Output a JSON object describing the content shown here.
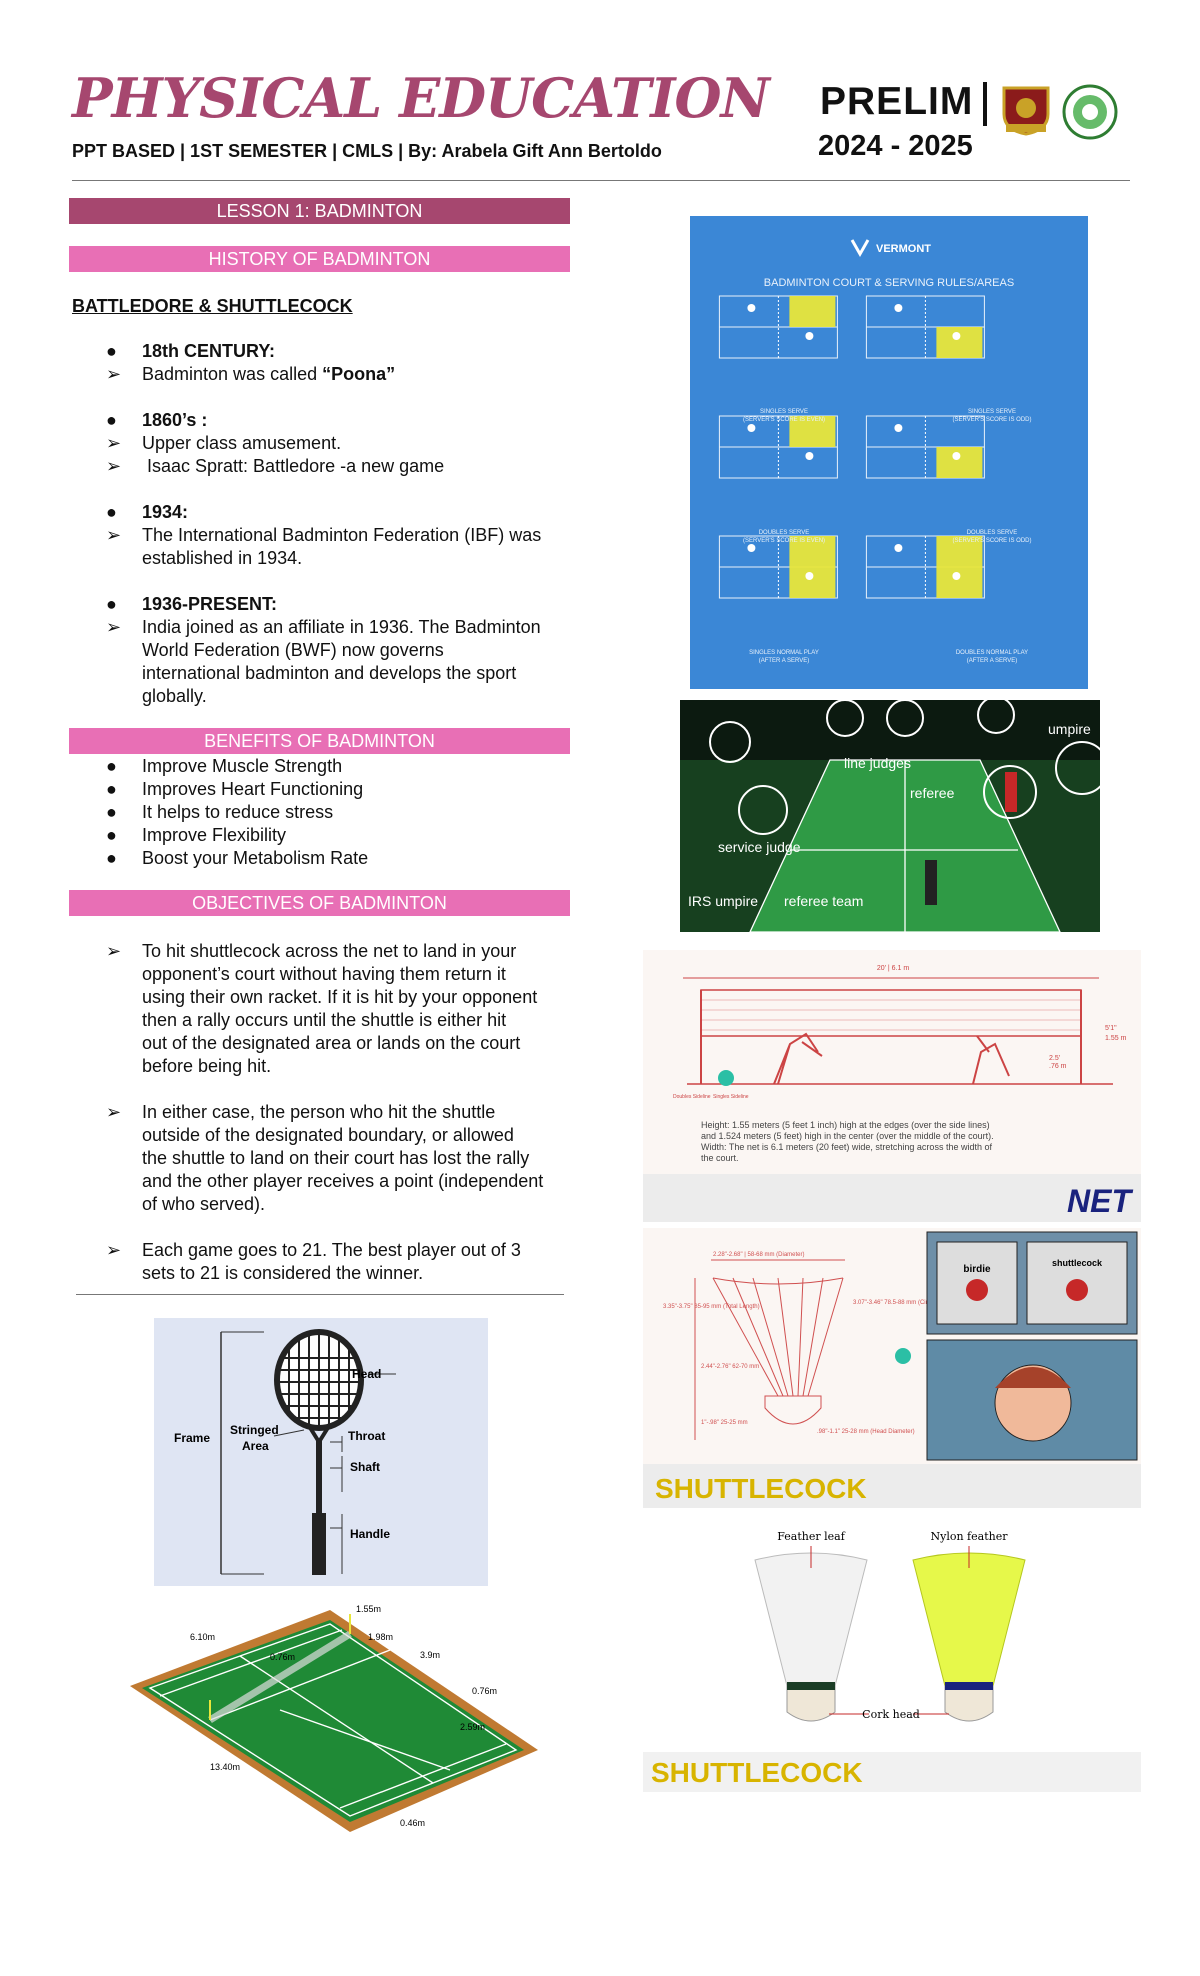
{
  "header": {
    "title": "PHYSICAL EDUCATION",
    "subtitle": "PPT BASED | 1ST SEMESTER | CMLS | By: Arabela Gift Ann Bertoldo",
    "prelim": "PRELIM",
    "year": "2024 - 2025"
  },
  "lesson": "LESSON 1: BADMINTON",
  "history": {
    "heading": "HISTORY OF BADMINTON",
    "subheading": "BATTLEDORE & SHUTTLECOCK",
    "p1_head": "18th CENTURY:",
    "p1_line_a": "Badminton was called ",
    "p1_line_b": "“Poona”",
    "p2_head": "1860’s :",
    "p2_line1": "Upper class amusement.",
    "p2_line2": " Isaac Spratt: Battledore -a new game",
    "p3_head": "1934:",
    "p3_line1": "The International Badminton Federation (IBF) was",
    "p3_line2": "established in 1934.",
    "p4_head": "1936-PRESENT:",
    "p4_line1": "India joined as an affiliate in 1936. The Badminton",
    "p4_line2": "World Federation (BWF) now governs",
    "p4_line3": "international badminton and develops the sport",
    "p4_line4": "globally."
  },
  "benefits": {
    "heading": "BENEFITS OF BADMINTON",
    "items": [
      "Improve Muscle Strength",
      "Improves Heart Functioning",
      "It helps to reduce stress",
      "Improve Flexibility",
      "Boost your Metabolism Rate"
    ]
  },
  "objectives": {
    "heading": "OBJECTIVES OF BADMINTON",
    "o1": [
      "To hit shuttlecock across the net to land in your",
      "opponent’s court without having them return it",
      "using their own racket. If it is hit by your opponent",
      "then a rally occurs until the shuttle is either hit",
      "out of the designated area or lands on the court",
      "before being hit."
    ],
    "o2": [
      "In either case, the person who hit the shuttle",
      "outside of the designated boundary, or allowed",
      "the shuttle to land on their court has lost the rally",
      "and the other player receives a point (independent",
      "of who served)."
    ],
    "o3": [
      "Each game goes to 21. The best player out of 3",
      "sets to 21 is considered the winner."
    ]
  },
  "vermont": {
    "brand": "VERMONT",
    "title": "BADMINTON COURT & SERVING RULES/AREAS",
    "captions": [
      "SINGLES SERVE",
      "(SERVER'S SCORE IS EVEN)",
      "SINGLES SERVE",
      "(SERVER'S SCORE IS ODD)",
      "DOUBLES SERVE",
      "(SERVER'S SCORE IS EVEN)",
      "DOUBLES SERVE",
      "(SERVER'S SCORE IS ODD)",
      "SINGLES NORMAL PLAY",
      "(AFTER A SERVE)",
      "DOUBLES NORMAL PLAY",
      "(AFTER A SERVE)"
    ]
  },
  "officials": {
    "umpire": "umpire",
    "line_judges": "line judges",
    "referee": "referee",
    "service_judge": "service judge",
    "irs_umpire": "IRS umpire",
    "referee_team": "referee team"
  },
  "net": {
    "width_label": "20' | 6.1 m",
    "height_edge": "5'1\"",
    "height_edge_m": "1.55 m",
    "height_mid": "2.5'",
    "height_mid_m": ".76 m",
    "side_a": "Doubles Sideline",
    "side_b": "Singles Sideline",
    "height_text": "Height: 1.55 meters (5 feet 1 inch) high at the edges (over the side lines) and 1.524 meters (5 feet) high in the center (over the middle of the court).",
    "width_text": "Width: The net is 6.1 meters (20 feet) wide, stretching across the width of the court.",
    "label": "NET"
  },
  "shuttlecock1": {
    "diameter": "2.28\"-2.68\" | 58-68 mm (Diameter)",
    "length": "3.35\"-3.75\" 85-95 mm (Total Length)",
    "circ": "3.07\"-3.46\" 78.5-88 mm (Circumference)",
    "feather": "2.44\"-2.76\" 62-70 mm",
    "base": "1\"-.98\" 25-25 mm",
    "head": ".98\"-1.1\" 25-28 mm (Head Diameter)",
    "birdie": "birdie",
    "shuttlecock": "shuttlecock",
    "label": "SHUTTLECOCK"
  },
  "shuttlecock2": {
    "feather_leaf": "Feather leaf",
    "nylon": "Nylon feather",
    "cork": "Cork head",
    "label": "SHUTTLECOCK"
  },
  "racket": {
    "head": "Head",
    "frame": "Frame",
    "stringed": "Stringed",
    "area": "Area",
    "throat": "Throat",
    "shaft": "Shaft",
    "handle": "Handle"
  },
  "court": {
    "dims": [
      "6.10m",
      "1.98m",
      "3.9m",
      "0.76m",
      "13.40m",
      "2.59m",
      "0.46m",
      "1.55m",
      "0.76m"
    ]
  },
  "colors": {
    "title": "#a6476f",
    "pink": "#e86fb5",
    "accent_yellow": "#e8e63a"
  }
}
